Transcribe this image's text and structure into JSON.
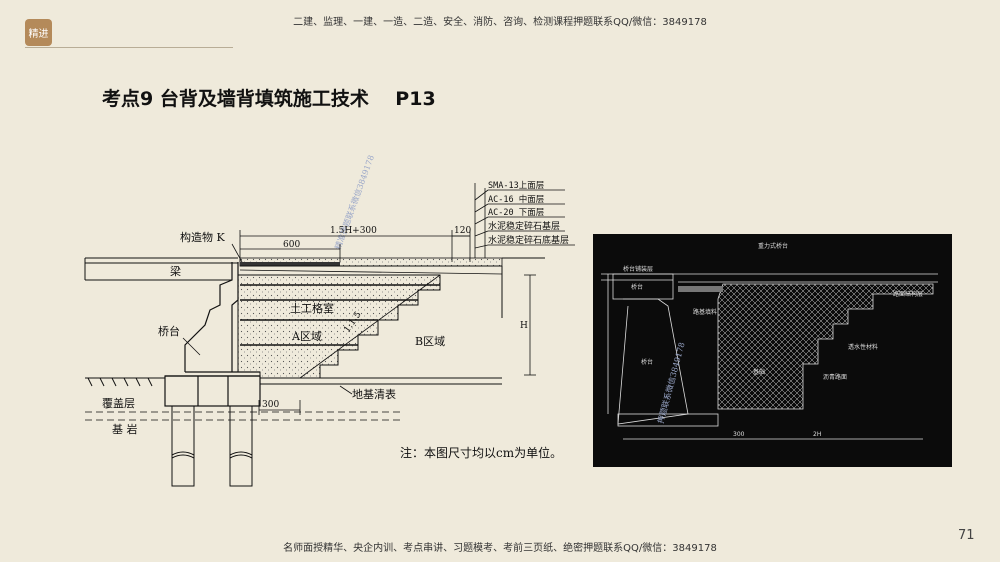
{
  "header": {
    "logo_text": "精进",
    "banner": "二建、监理、一建、一造、二造、安全、消防、咨询、检测课程押题联系QQ/微信：3849178"
  },
  "footer": {
    "banner": "名师面授精华、央企内训、考点串讲、习题模考、考前三页纸、绝密押题联系QQ/微信：3849178",
    "page_number": "71"
  },
  "title": "考点9 台背及墙背填筑施工技术    P13",
  "diagram_left": {
    "layers": [
      "SMA-13上面层",
      "AC-16 中面层",
      "AC-20 下面层",
      "水泥稳定碎石基层",
      "水泥稳定碎石底基层"
    ],
    "labels": {
      "structure": "构造物 K",
      "beam": "梁",
      "abutment": "桥台",
      "cell": "土工格室",
      "zone_a": "A区域",
      "zone_b": "B区域",
      "slope": "1:1.5",
      "clearing": "地基清表",
      "overburden": "覆盖层",
      "bedrock": "基  岩",
      "h": "H"
    },
    "dims": {
      "d600": "600",
      "d_top": "1.5H+300",
      "d120": "120",
      "d300": "300"
    },
    "watermark": "精准押题联系微信3849178"
  },
  "diagram_right": {
    "title": "重力式桥台",
    "labels": [
      "桥台铺装层",
      "桥台",
      "路面结构层",
      "桥台",
      "路基填料",
      "透水性材料",
      "沥青路面",
      "基础",
      "300",
      "2H"
    ],
    "watermark": "押题联系微信3849178"
  },
  "note": "注：本图尺寸均以cm为单位。"
}
